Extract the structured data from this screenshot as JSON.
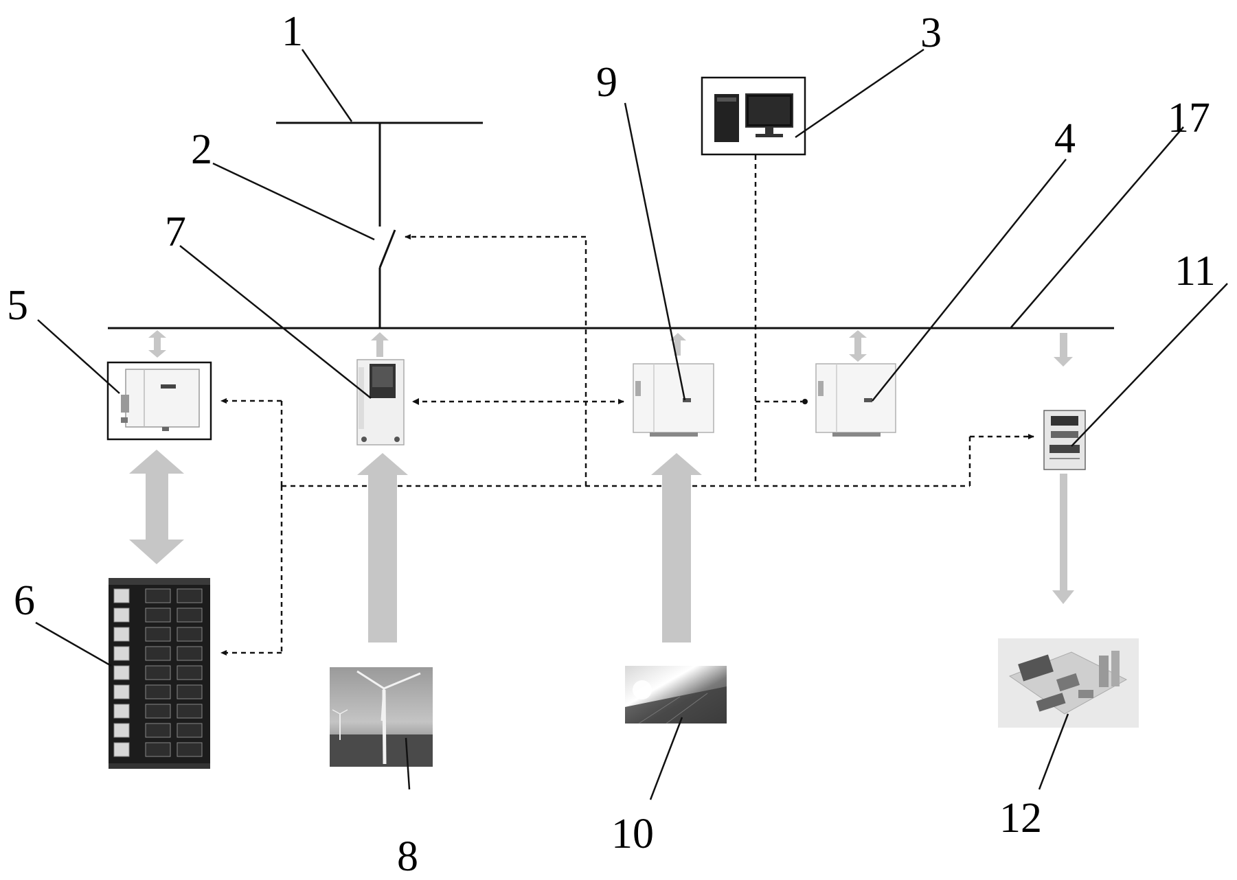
{
  "labels": {
    "grid": "1",
    "switch": "2",
    "computer": "3",
    "converter_4": "4",
    "storage_converter": "5",
    "battery": "6",
    "wind_converter": "7",
    "wind_turbine": "8",
    "pv_converter": "9",
    "solar_panel": "10",
    "meter": "11",
    "load": "12",
    "bus": "17"
  },
  "colors": {
    "power_arrow": "#c6c6c6",
    "line": "#111111",
    "device_body": "#f4f4f4"
  },
  "icons": {
    "computer": "desktop-computer-icon",
    "battery": "battery-rack-icon",
    "wind": "wind-turbine-icon",
    "solar": "solar-panel-icon",
    "meter": "electric-meter-icon",
    "load": "city-load-icon"
  }
}
